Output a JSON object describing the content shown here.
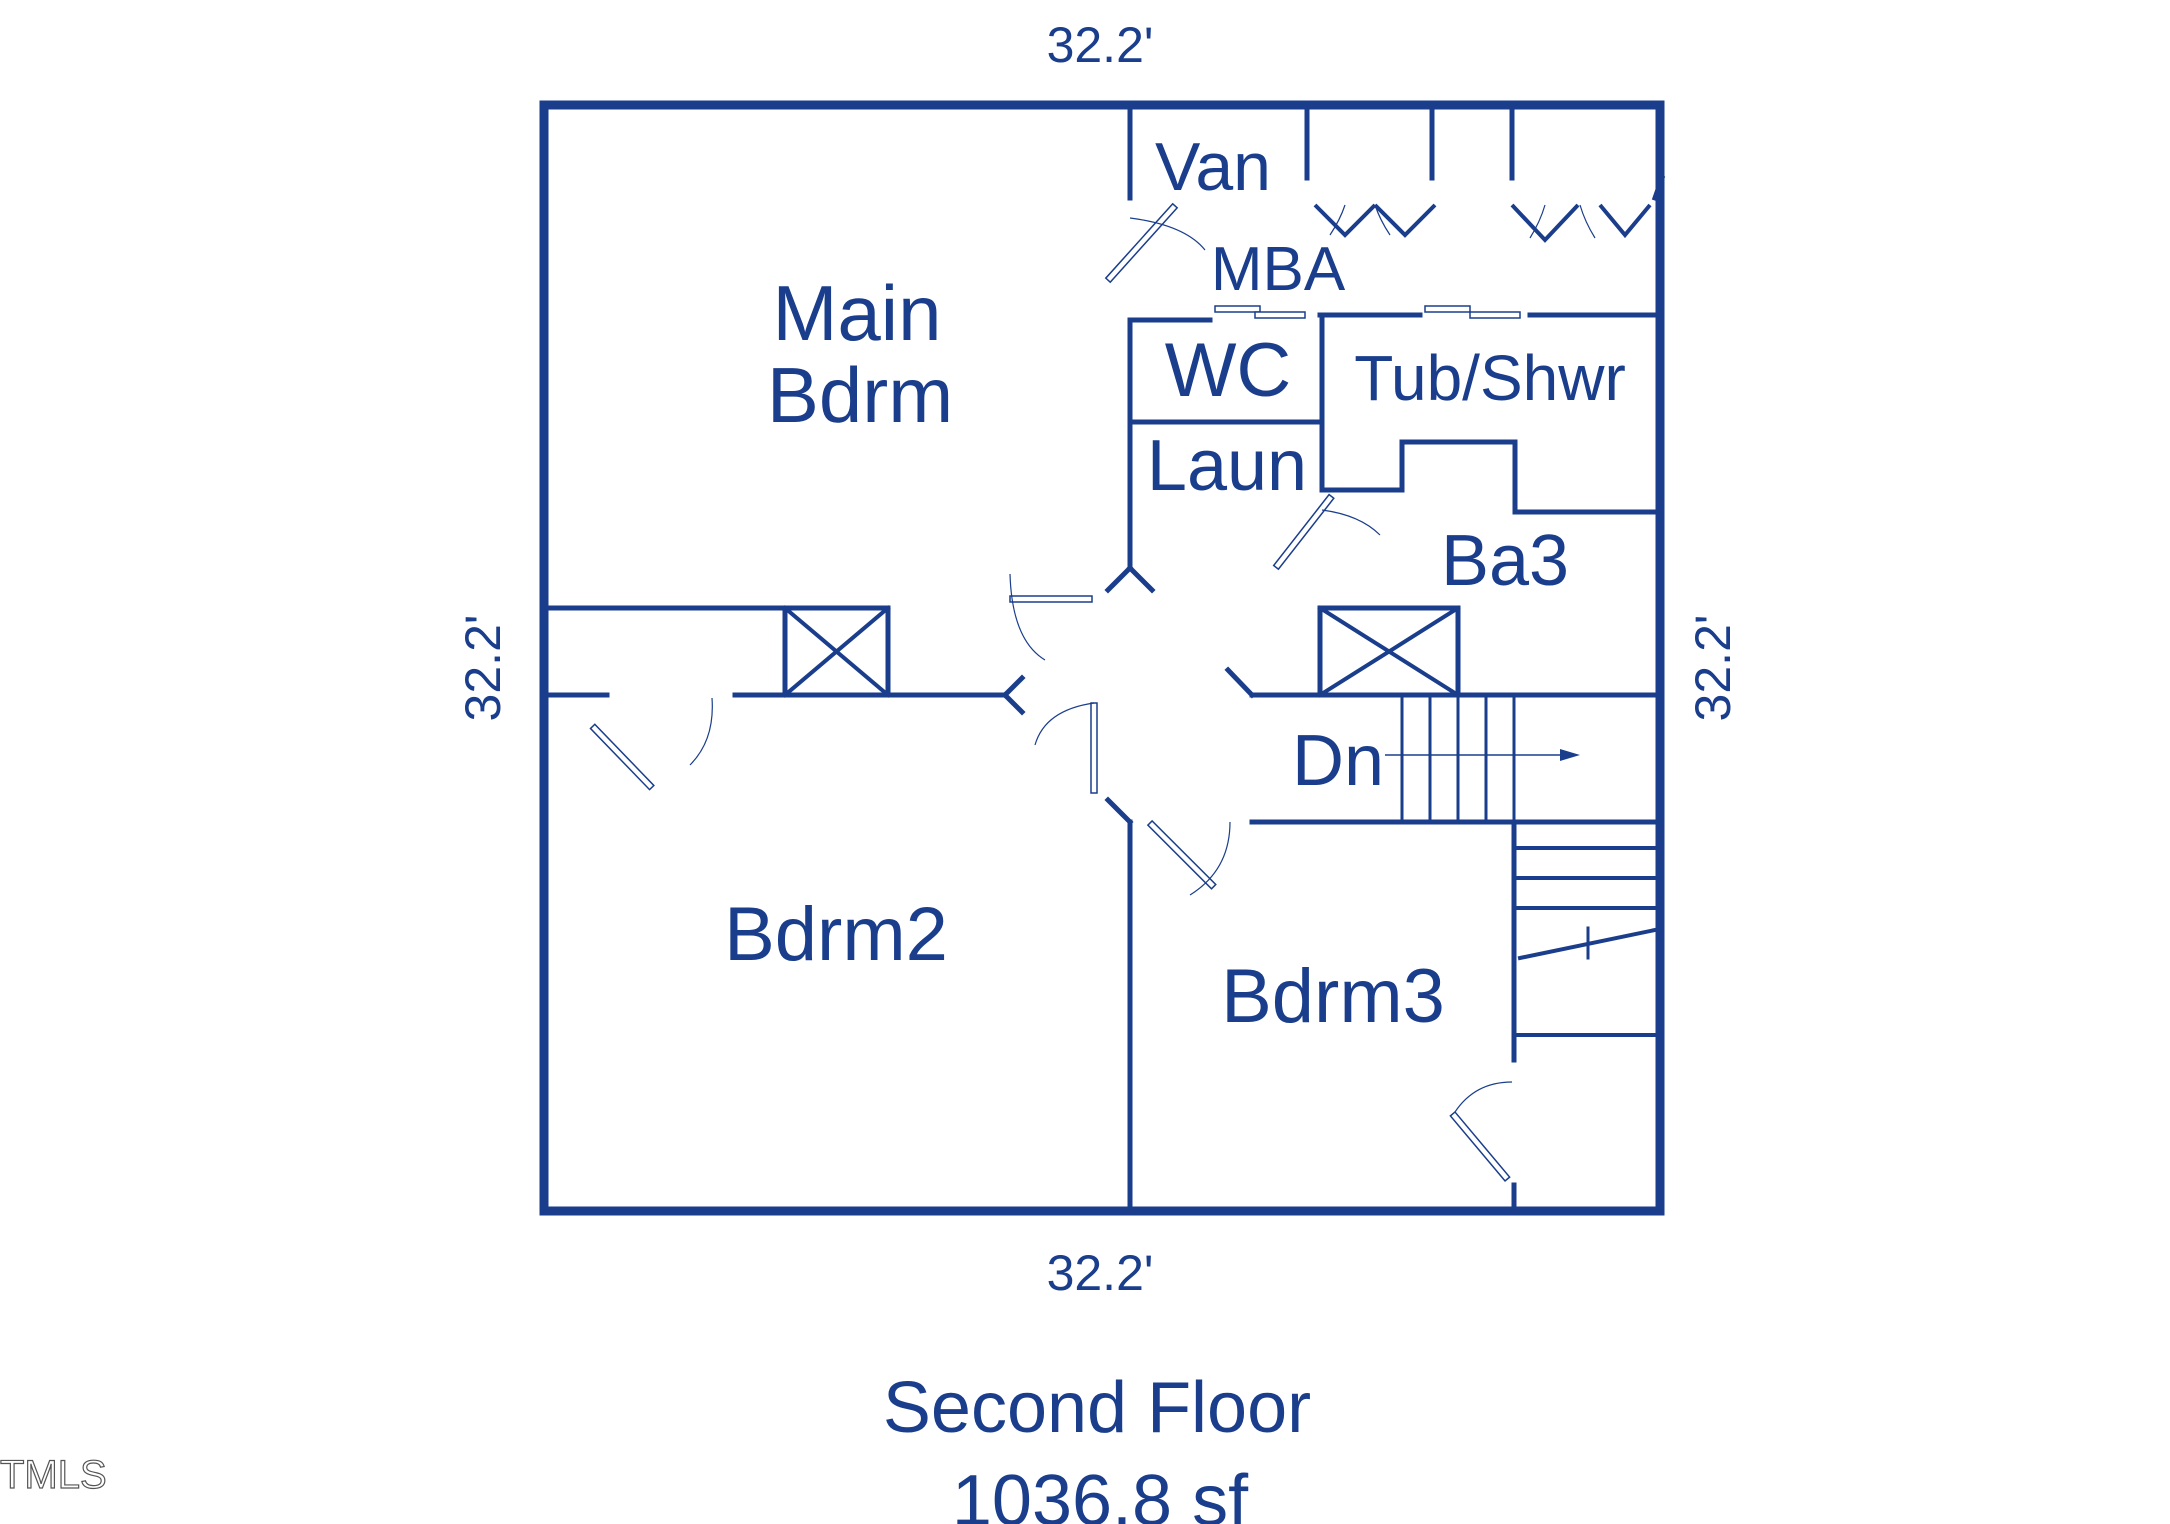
{
  "dimensions": {
    "top": "32.2'",
    "bottom": "32.2'",
    "left": "32.2'",
    "right": "32.2'"
  },
  "rooms": {
    "van": "Van",
    "mba": "MBA",
    "main_bdrm_line1": "Main",
    "main_bdrm_line2": "Bdrm",
    "wc": "WC",
    "tub_shwr": "Tub/Shwr",
    "laun": "Laun",
    "ba3": "Ba3",
    "dn": "Dn",
    "bdrm2": "Bdrm2",
    "bdrm3": "Bdrm3"
  },
  "caption": {
    "floor": "Second Floor",
    "area": "1036.8 sf"
  },
  "watermark": "TMLS",
  "colors": {
    "line": "#1a3e8c",
    "background": "#ffffff"
  }
}
